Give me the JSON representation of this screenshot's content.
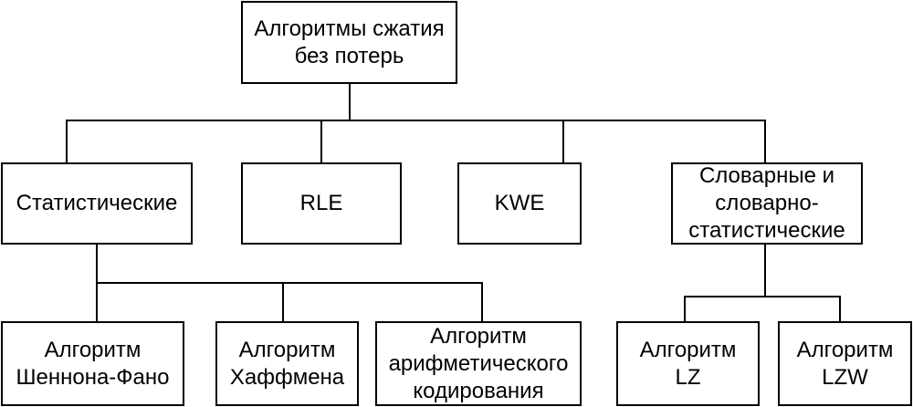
{
  "diagram": {
    "root": {
      "lines": [
        "Алгоритмы сжатия",
        "без потерь"
      ]
    },
    "categories": [
      {
        "id": "stat",
        "lines": [
          "Статистические"
        ]
      },
      {
        "id": "rle",
        "lines": [
          "RLE"
        ]
      },
      {
        "id": "kwe",
        "lines": [
          "KWE"
        ]
      },
      {
        "id": "dict",
        "lines": [
          "Словарные и",
          "словарно-",
          "статистические"
        ]
      }
    ],
    "algorithms": [
      {
        "id": "shf",
        "parent": "stat",
        "lines": [
          "Алгоритм",
          "Шеннона-Фано"
        ]
      },
      {
        "id": "huf",
        "parent": "stat",
        "lines": [
          "Алгоритм",
          "Хаффмена"
        ]
      },
      {
        "id": "ari",
        "parent": "stat",
        "lines": [
          "Алгоритм",
          "арифметического",
          "кодирования"
        ]
      },
      {
        "id": "lz",
        "parent": "dict",
        "lines": [
          "Алгоритм",
          "LZ"
        ]
      },
      {
        "id": "lzw",
        "parent": "dict",
        "lines": [
          "Алгоритм",
          "LZW"
        ]
      }
    ],
    "colors": {
      "stroke": "#000000",
      "background": "#ffffff",
      "text": "#000000"
    }
  }
}
